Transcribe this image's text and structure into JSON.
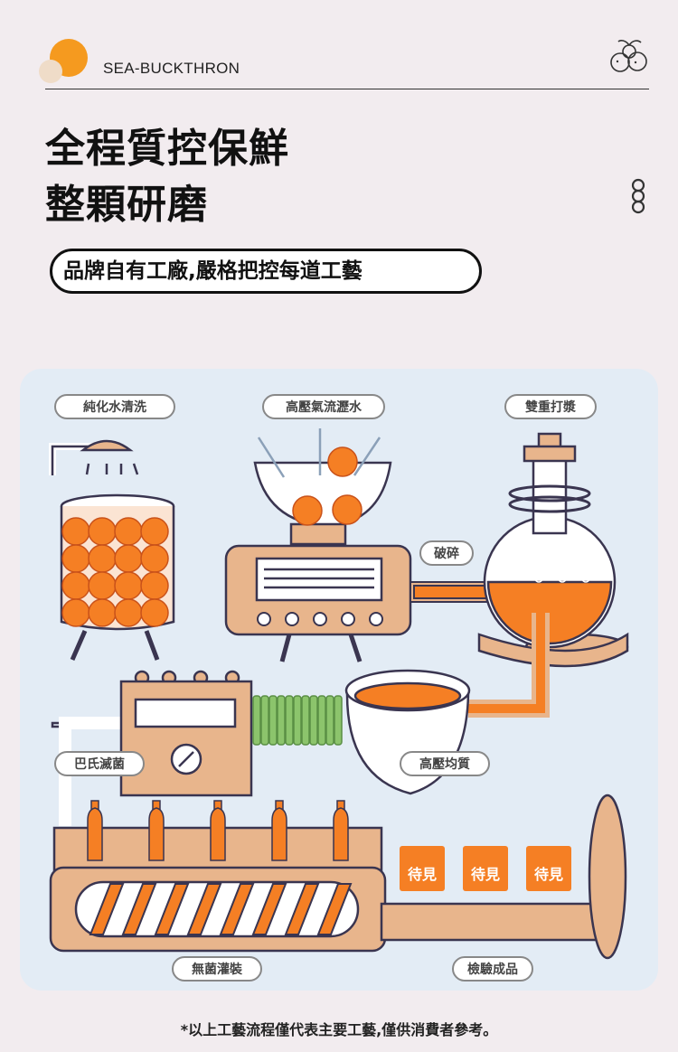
{
  "header": {
    "brand": "SEA-BUCKTHRON",
    "logo_icon": "orange-circle-logo",
    "berry_icon": "berry-cluster-icon"
  },
  "title": {
    "line1": "全程質控保鮮",
    "line2": "整顆研磨"
  },
  "subtitle": "品牌自有工廠,嚴格把控每道工藝",
  "process": {
    "wash": "純化水清洗",
    "drain": "高壓氣流瀝水",
    "beat": "雙重打漿",
    "crush": "破碎",
    "pasteurize": "巴氏滅菌",
    "homogenize": "高壓均質",
    "fill": "無菌灌裝",
    "inspect": "檢驗成品",
    "boxes": [
      "待見",
      "待見",
      "待見"
    ]
  },
  "footer": {
    "note": "*以上工藝流程僅代表主要工藝,僅供消費者參考。"
  },
  "colors": {
    "accent": "#f57f24",
    "machine": "#e8b58c",
    "outline": "#3a3550",
    "panel": "#e3ecf5",
    "conveyor_green": "#8cc46c"
  }
}
